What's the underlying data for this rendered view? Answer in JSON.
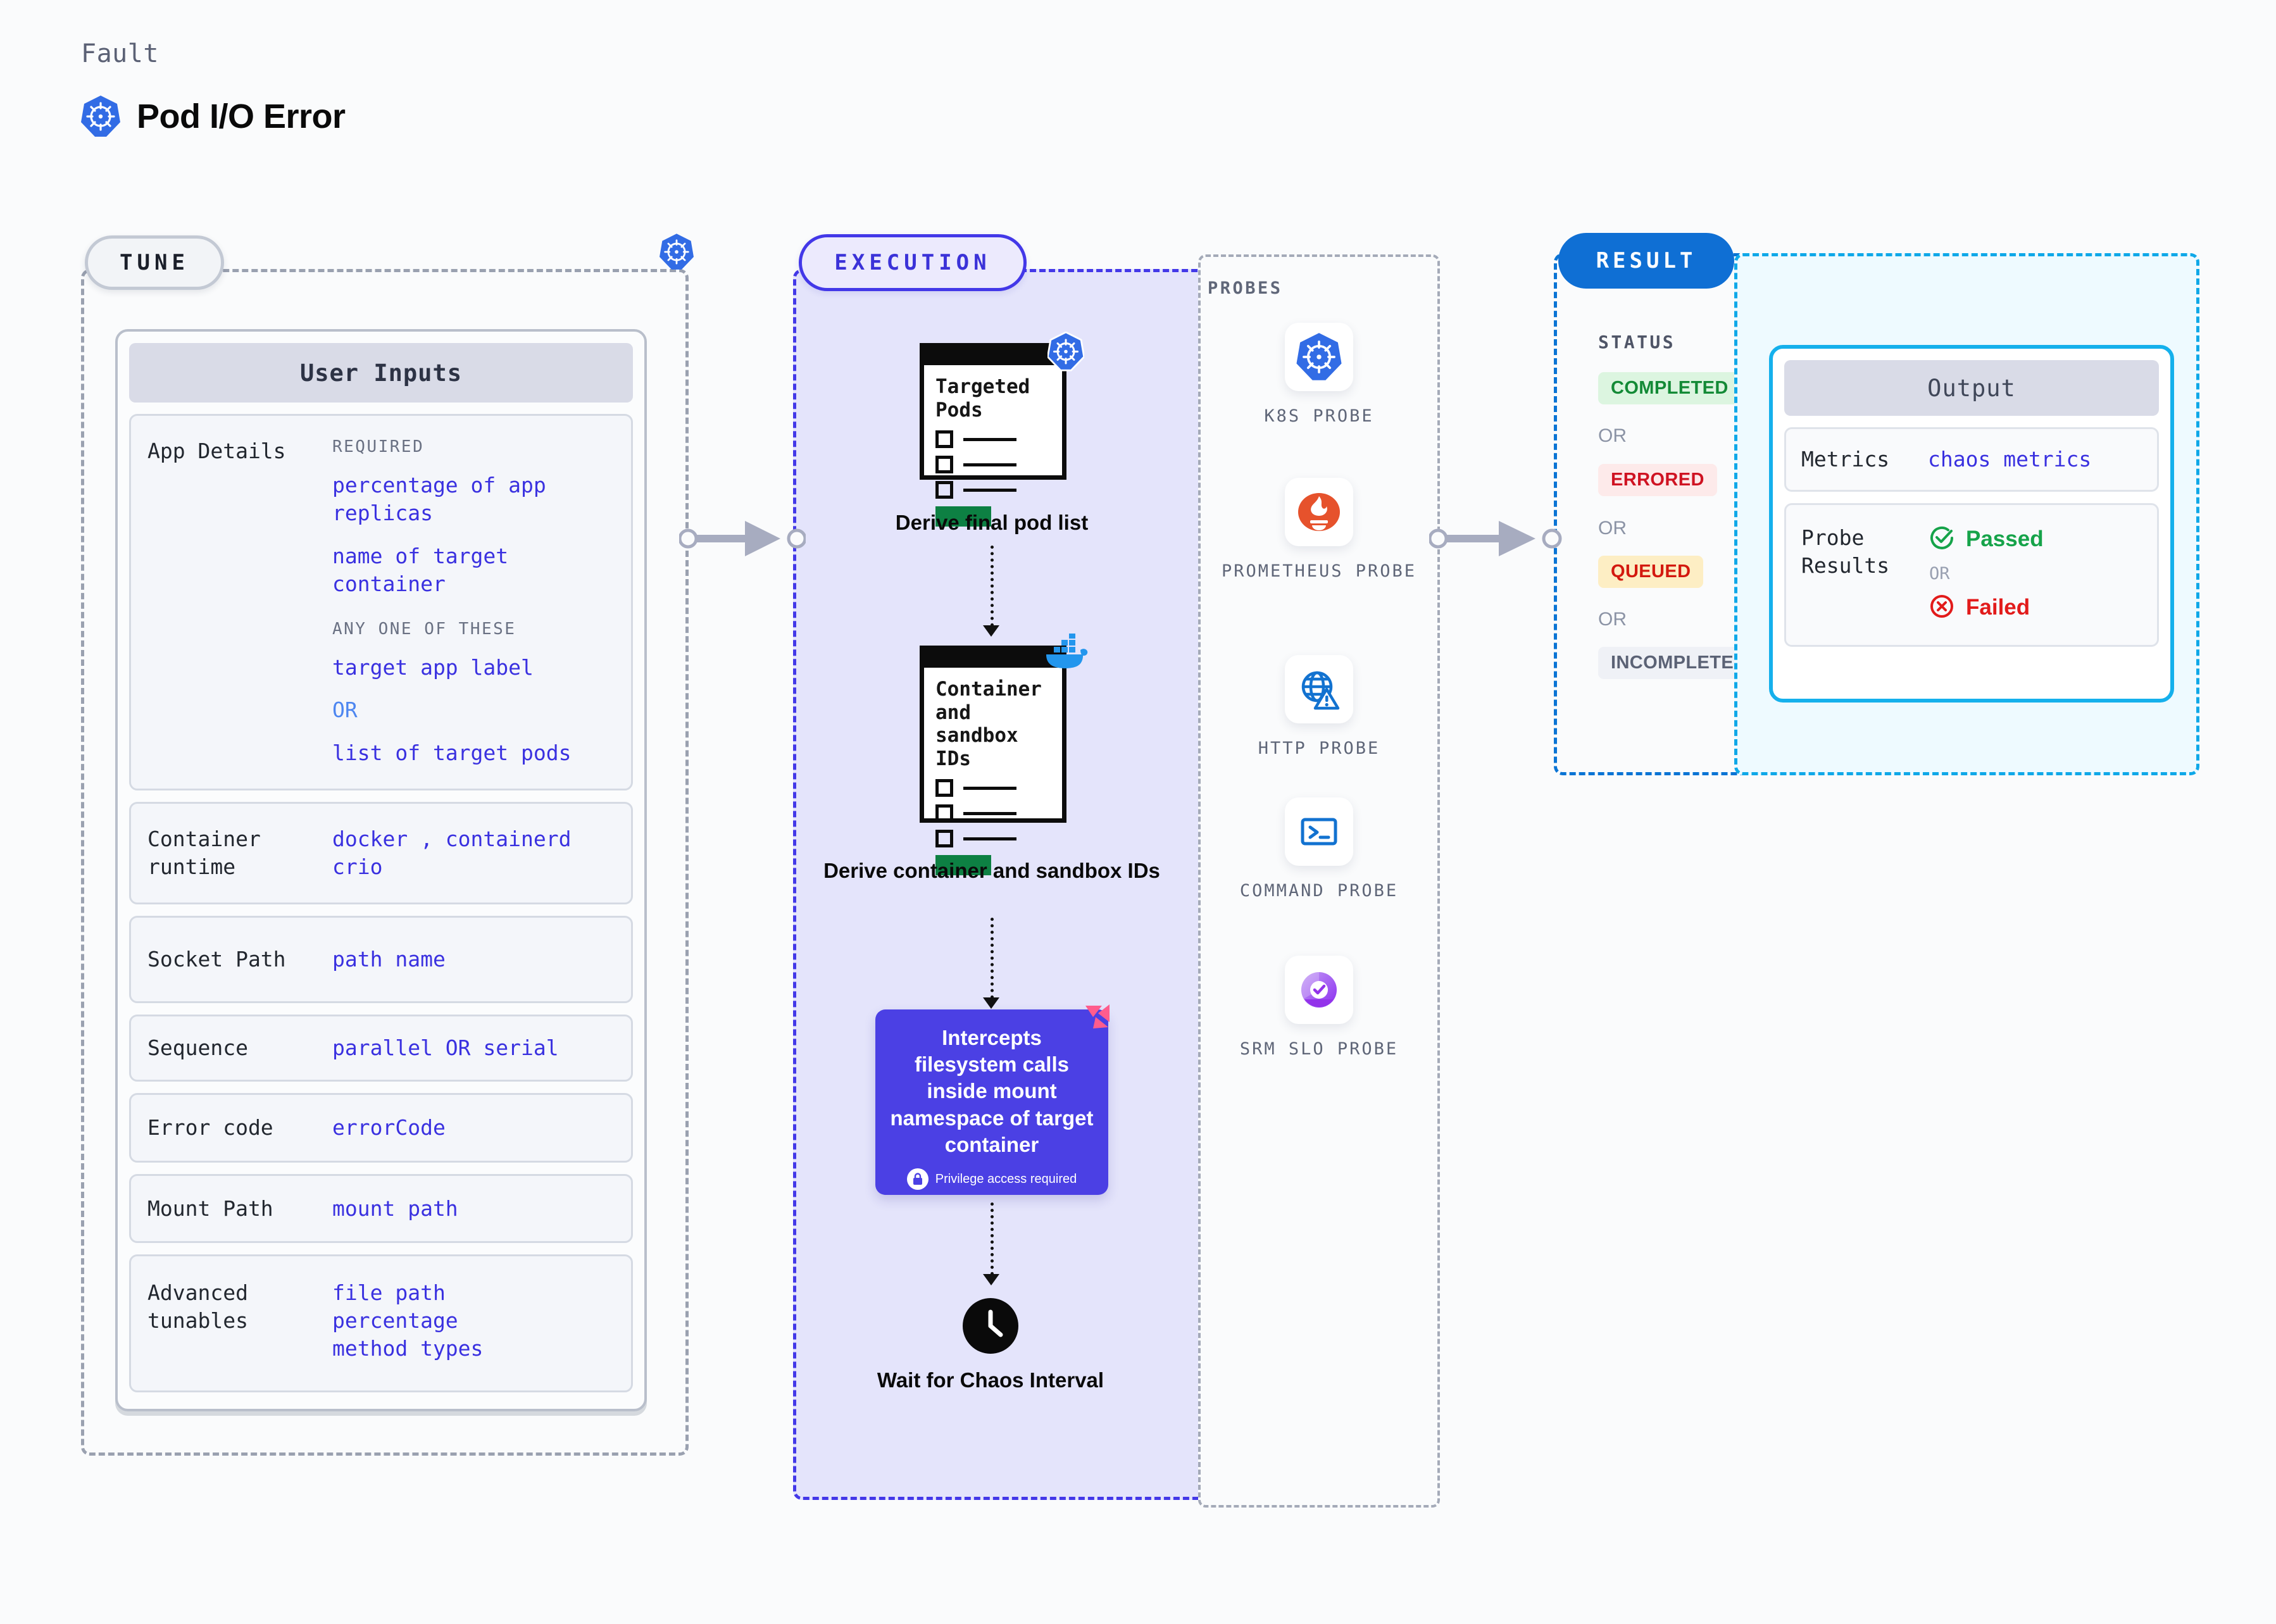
{
  "header": {
    "eyebrow": "Fault",
    "title": "Pod I/O Error",
    "icon": "kubernetes-icon"
  },
  "tune": {
    "pill_label": "TUNE",
    "border_icon": "kubernetes-icon",
    "card": {
      "header": "User Inputs",
      "rows": [
        {
          "label": "App Details",
          "groups": [
            {
              "caption": "REQUIRED",
              "items": [
                "percentage of app replicas",
                "name of target container"
              ]
            },
            {
              "caption": "ANY ONE OF THESE",
              "items": [
                "target app label",
                "OR",
                "list of target pods"
              ]
            }
          ]
        },
        {
          "label": "Container runtime",
          "values": [
            "docker , containerd",
            "crio"
          ]
        },
        {
          "label": "Socket Path",
          "values": [
            "path name"
          ]
        },
        {
          "label": "Sequence",
          "values": [
            "parallel OR serial"
          ]
        },
        {
          "label": "Error code",
          "values": [
            "errorCode"
          ]
        },
        {
          "label": "Mount Path",
          "values": [
            "mount path"
          ]
        },
        {
          "label": "Advanced tunables",
          "values": [
            "file path",
            "percentage",
            "method types"
          ]
        }
      ]
    }
  },
  "execution": {
    "pill_label": "EXECUTION",
    "steps": [
      {
        "card_title": "Targeted Pods",
        "caption": "Derive final pod list",
        "badge_icon": "kubernetes-icon"
      },
      {
        "card_title": "Container and sandbox IDs",
        "caption": "Derive container and sandbox IDs",
        "badge_icon": "docker-icon"
      }
    ],
    "intercept": {
      "text": "Intercepts filesystem calls inside mount namespace of target container",
      "privilege_note": "Privilege access required",
      "lock_icon": "lock-icon",
      "corner_icon": "litmus-icon"
    },
    "wait": {
      "caption": "Wait for Chaos Interval",
      "icon": "clock-icon"
    }
  },
  "probes": {
    "label": "PROBES",
    "items": [
      {
        "name": "K8S PROBE",
        "icon": "kubernetes-icon"
      },
      {
        "name": "PROMETHEUS PROBE",
        "icon": "prometheus-icon"
      },
      {
        "name": "HTTP PROBE",
        "icon": "globe-warning-icon"
      },
      {
        "name": "COMMAND PROBE",
        "icon": "terminal-icon"
      },
      {
        "name": "SRM SLO PROBE",
        "icon": "srm-slo-icon"
      }
    ]
  },
  "result": {
    "pill_label": "RESULT",
    "status_label": "STATUS",
    "or_label": "OR",
    "statuses": [
      {
        "label": "COMPLETED",
        "color": "#138a36",
        "bg": "#dcf5e0"
      },
      {
        "label": "ERRORED",
        "color": "#cf1322",
        "bg": "#fdeaea"
      },
      {
        "label": "QUEUED",
        "color": "#d3190f",
        "bg": "#fdeec4"
      },
      {
        "label": "INCOMPLETED",
        "color": "#5b6275",
        "bg": "#eff1f6"
      }
    ],
    "output": {
      "header": "Output",
      "metrics_label": "Metrics",
      "metrics_value": "chaos metrics",
      "probe_label": "Probe Results",
      "passed": "Passed",
      "failed": "Failed",
      "or_label": "OR",
      "pass_icon": "check-circle-icon",
      "fail_icon": "x-circle-icon"
    }
  },
  "colors": {
    "k8s_blue": "#326ce5",
    "execution_purple": "#4338e8",
    "result_blue": "#0f6fd4",
    "output_cyan": "#15b0ec",
    "keyword_indigo": "#3a31e0"
  }
}
